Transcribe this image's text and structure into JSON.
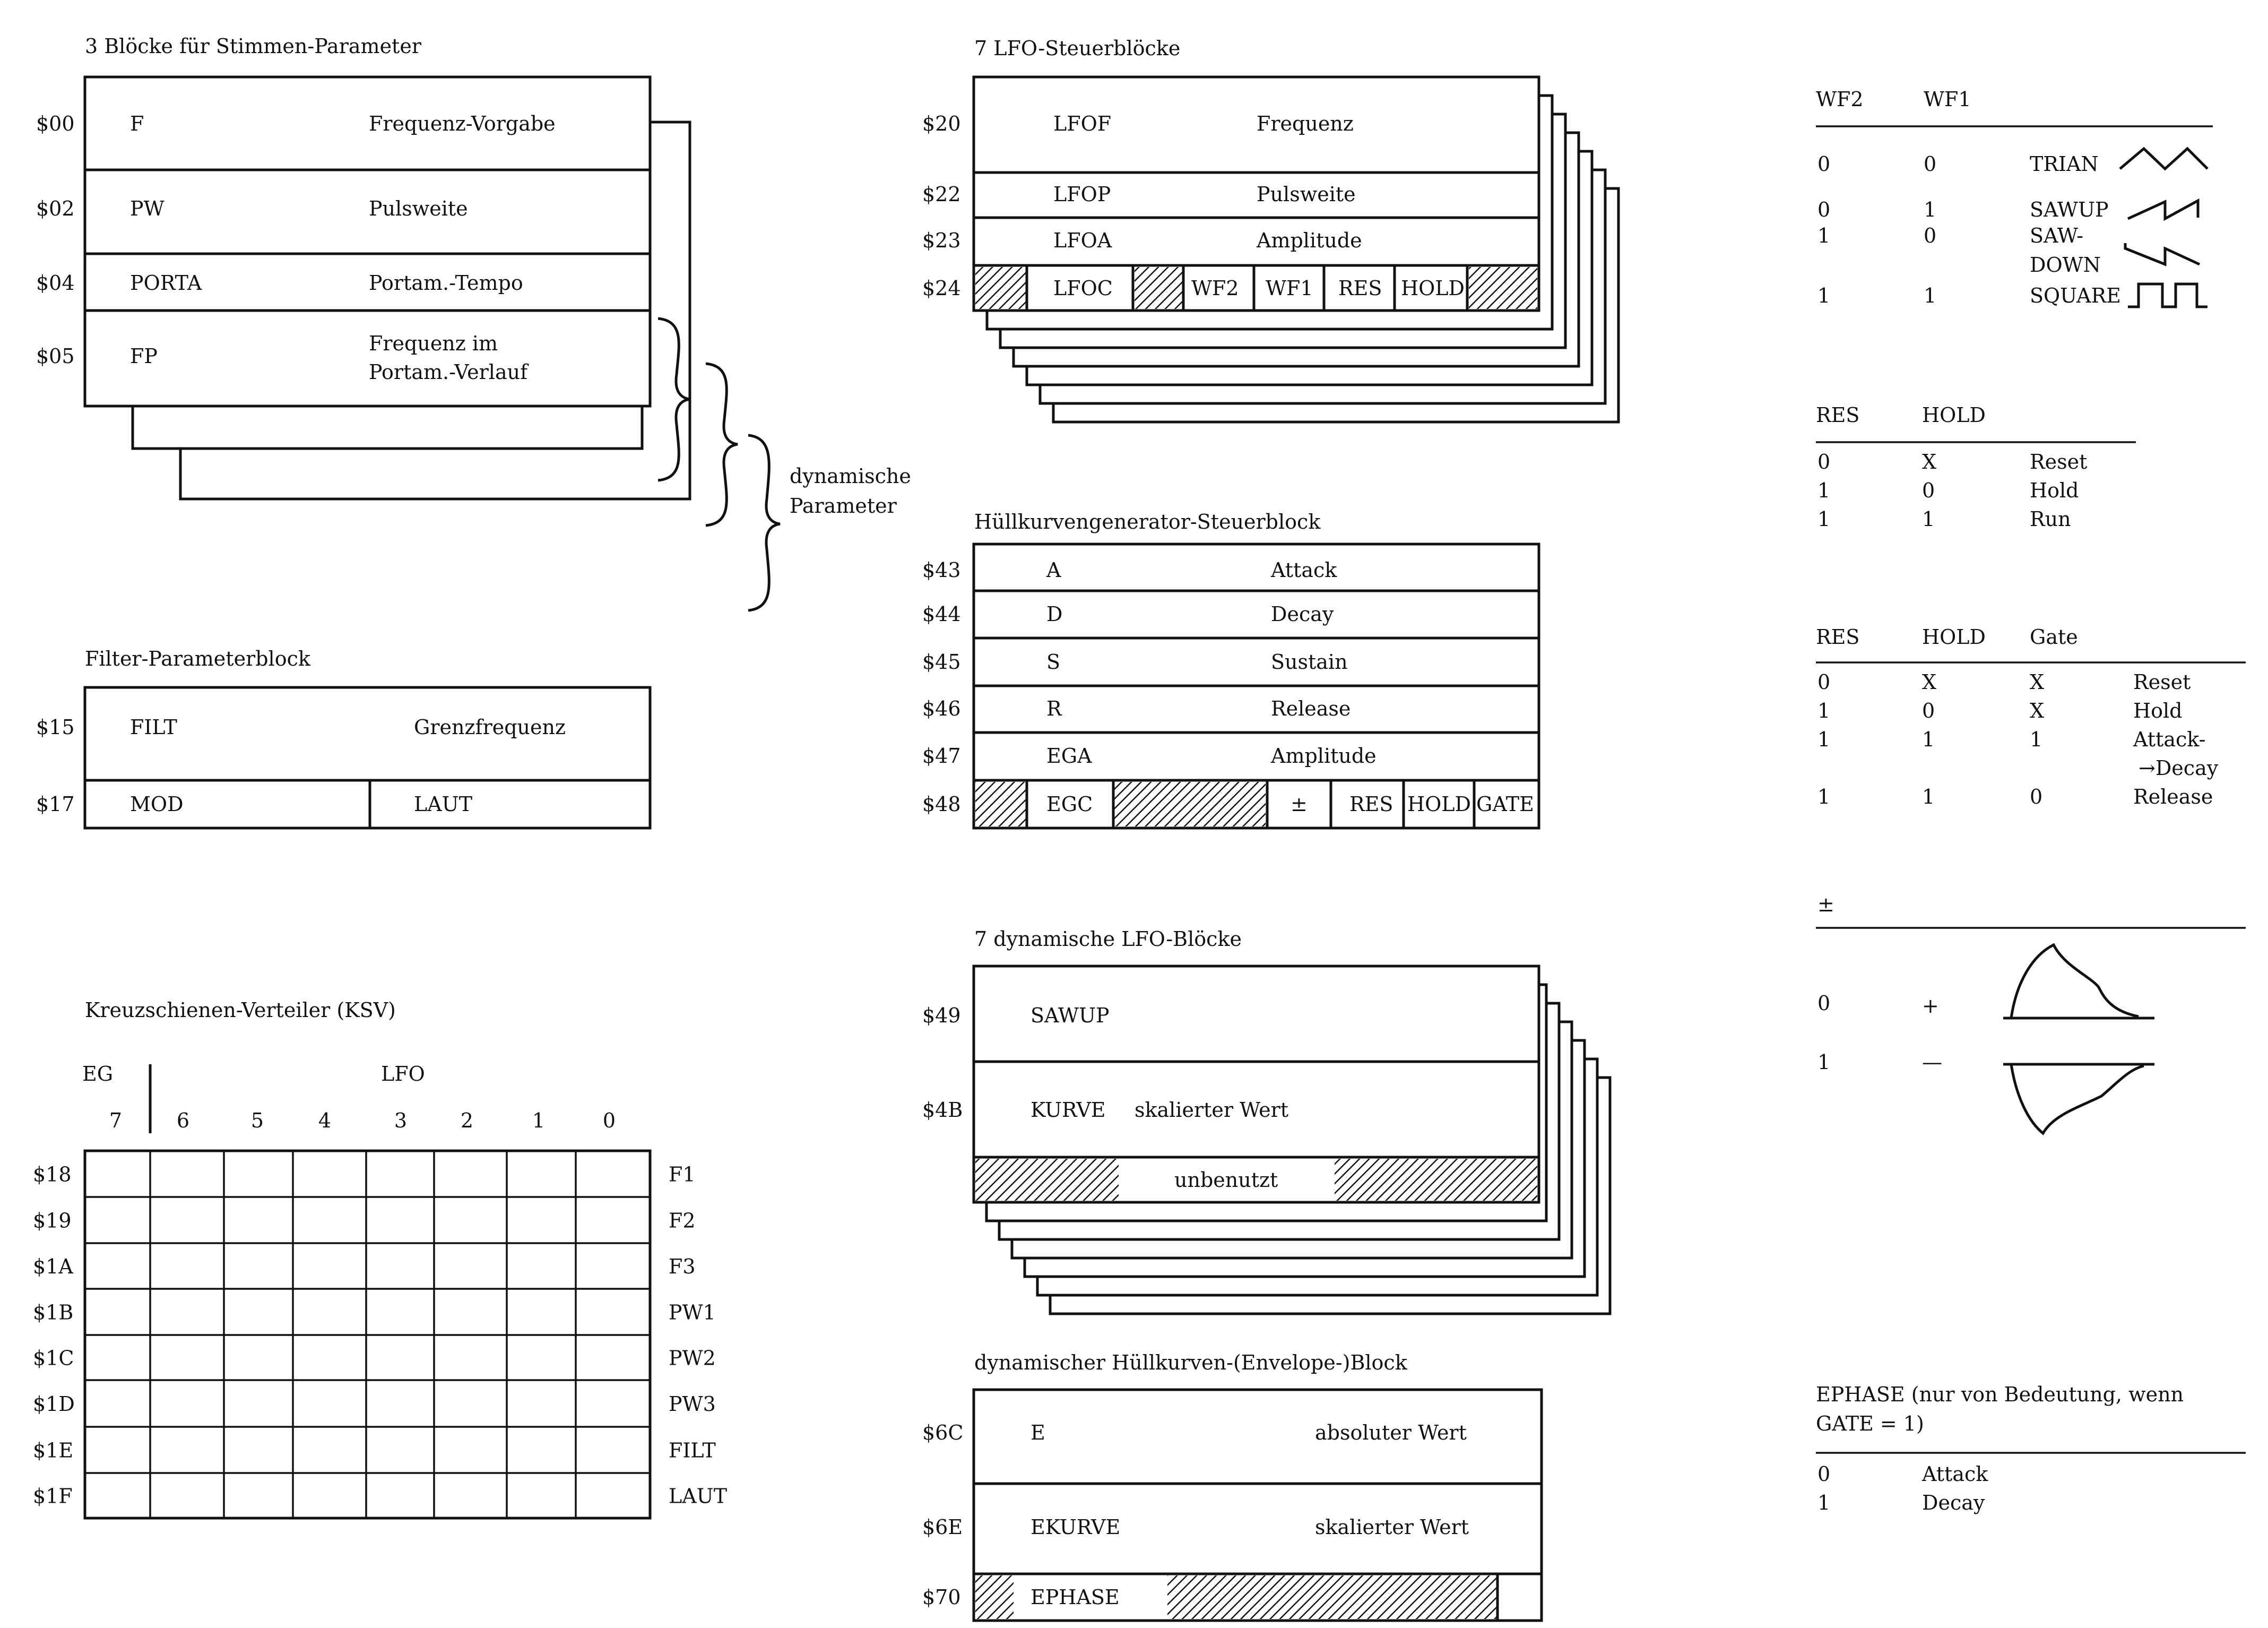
{
  "colors": {
    "ink": "#111111",
    "paper": "#ffffff"
  },
  "voice": {
    "title": "3 Blöcke für Stimmen-Parameter",
    "rows": [
      {
        "addr": "$00",
        "name": "F",
        "desc": "Frequenz-Vorgabe"
      },
      {
        "addr": "$02",
        "name": "PW",
        "desc": "Pulsweite"
      },
      {
        "addr": "$04",
        "name": "PORTA",
        "desc": "Portam.-Tempo"
      },
      {
        "addr": "$05",
        "name": "FP",
        "desc1": "Frequenz im",
        "desc2": "Portam.-Verlauf"
      }
    ],
    "brace_label1": "dynamische",
    "brace_label2": "Parameter"
  },
  "filter": {
    "title": "Filter-Parameterblock",
    "rows": [
      {
        "addr": "$15",
        "name": "FILT",
        "desc": "Grenzfrequenz"
      },
      {
        "addr": "$17",
        "name": "MOD",
        "desc": "LAUT"
      }
    ]
  },
  "ksv": {
    "title": "Kreuzschienen-Verteiler (KSV)",
    "group_eg": "EG",
    "group_lfo": "LFO",
    "columns": [
      "7",
      "6",
      "5",
      "4",
      "3",
      "2",
      "1",
      "0"
    ],
    "rows": [
      {
        "addr": "$18",
        "label": "F1"
      },
      {
        "addr": "$19",
        "label": "F2"
      },
      {
        "addr": "$1A",
        "label": "F3"
      },
      {
        "addr": "$1B",
        "label": "PW1"
      },
      {
        "addr": "$1C",
        "label": "PW2"
      },
      {
        "addr": "$1D",
        "label": "PW3"
      },
      {
        "addr": "$1E",
        "label": "FILT"
      },
      {
        "addr": "$1F",
        "label": "LAUT"
      }
    ]
  },
  "lfo": {
    "title": "7 LFO-Steuerblöcke",
    "rows": [
      {
        "addr": "$20",
        "name": "LFOF",
        "desc": "Frequenz"
      },
      {
        "addr": "$22",
        "name": "LFOP",
        "desc": "Pulsweite"
      },
      {
        "addr": "$23",
        "name": "LFOA",
        "desc": "Amplitude"
      }
    ],
    "control": {
      "addr": "$24",
      "name": "LFOC",
      "bits": [
        "WF2",
        "WF1",
        "RES",
        "HOLD"
      ]
    }
  },
  "eg": {
    "title": "Hüllkurvengenerator-Steuerblock",
    "rows": [
      {
        "addr": "$43",
        "name": "A",
        "desc": "Attack"
      },
      {
        "addr": "$44",
        "name": "D",
        "desc": "Decay"
      },
      {
        "addr": "$45",
        "name": "S",
        "desc": "Sustain"
      },
      {
        "addr": "$46",
        "name": "R",
        "desc": "Release"
      },
      {
        "addr": "$47",
        "name": "EGA",
        "desc": "Amplitude"
      }
    ],
    "control": {
      "addr": "$48",
      "name": "EGC",
      "bits": [
        "±",
        "RES",
        "HOLD",
        "GATE"
      ]
    }
  },
  "dyn_lfo": {
    "title": "7 dynamische LFO-Blöcke",
    "rows": [
      {
        "addr": "$49",
        "name": "SAWUP",
        "desc": ""
      },
      {
        "addr": "$4B",
        "name": "KURVE",
        "desc": "skalierter Wert"
      }
    ],
    "unused": "unbenutzt"
  },
  "dyn_env": {
    "title": "dynamischer Hüllkurven-(Envelope-)Block",
    "rows": [
      {
        "addr": "$6C",
        "name": "E",
        "desc": "absoluter Wert"
      },
      {
        "addr": "$6E",
        "name": "EKURVE",
        "desc": "skalierter Wert"
      }
    ],
    "phase": {
      "addr": "$70",
      "name": "EPHASE"
    }
  },
  "wave_table": {
    "headers": [
      "WF2",
      "WF1"
    ],
    "rows": [
      {
        "wf2": "0",
        "wf1": "0",
        "label": "TRIAN",
        "icon": "triangle-wave-icon"
      },
      {
        "wf2": "0",
        "wf1": "1",
        "label": "SAWUP",
        "icon": "sawtooth-up-icon"
      },
      {
        "wf2": "1",
        "wf1": "0",
        "label": "SAW-",
        "label2": "DOWN",
        "icon": "sawtooth-down-icon"
      },
      {
        "wf2": "1",
        "wf1": "1",
        "label": "SQUARE",
        "icon": "square-wave-icon"
      }
    ]
  },
  "lfo_mode_table": {
    "headers": [
      "RES",
      "HOLD"
    ],
    "rows": [
      [
        "0",
        "X",
        "Reset"
      ],
      [
        "1",
        "0",
        "Hold"
      ],
      [
        "1",
        "1",
        "Run"
      ]
    ]
  },
  "eg_mode_table": {
    "headers": [
      "RES",
      "HOLD",
      "Gate"
    ],
    "rows": [
      [
        "0",
        "X",
        "X",
        "Reset",
        ""
      ],
      [
        "1",
        "0",
        "X",
        "Hold",
        ""
      ],
      [
        "1",
        "1",
        "1",
        "Attack-",
        "→Decay"
      ],
      [
        "1",
        "1",
        "0",
        "Release",
        ""
      ]
    ]
  },
  "sign_table": {
    "header": "±",
    "rows": [
      {
        "bit": "0",
        "sign": "+",
        "icon": "positive-envelope-icon"
      },
      {
        "bit": "1",
        "sign": "—",
        "icon": "negative-envelope-icon"
      }
    ]
  },
  "ephase_table": {
    "title1": "EPHASE (nur von Bedeutung, wenn",
    "title2": "GATE = 1)",
    "rows": [
      [
        "0",
        "Attack"
      ],
      [
        "1",
        "Decay"
      ]
    ]
  }
}
